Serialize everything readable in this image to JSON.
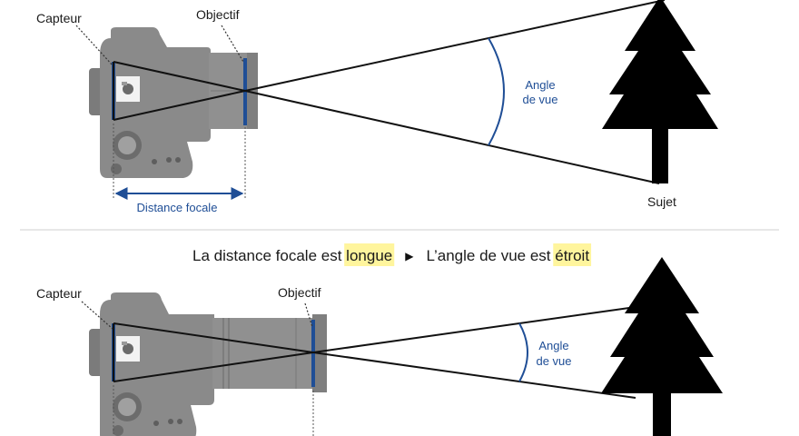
{
  "top_panel": {
    "sensor_label": "Capteur",
    "lens_label": "Objectif",
    "angle_label_line1": "Angle",
    "angle_label_line2": "de vue",
    "focal_length_label": "Distance focale",
    "subject_label": "Sujet"
  },
  "caption": {
    "part1": "La distance focale est ",
    "highlight1": "longue",
    "arrow": "▶",
    "part2": "L’angle de vue est ",
    "highlight2": "étroit",
    "highlight_color": "#fff59d"
  },
  "bottom_panel": {
    "sensor_label": "Capteur",
    "lens_label": "Objectif",
    "angle_label_line1": "Angle",
    "angle_label_line2": "de vue"
  },
  "colors": {
    "accent_blue": "#1f4e96",
    "camera_gray": "#8a8a8a",
    "camera_dark": "#5e5e5e",
    "tree": "#000000",
    "rays": "#111111",
    "divider": "#cfcfcf"
  }
}
